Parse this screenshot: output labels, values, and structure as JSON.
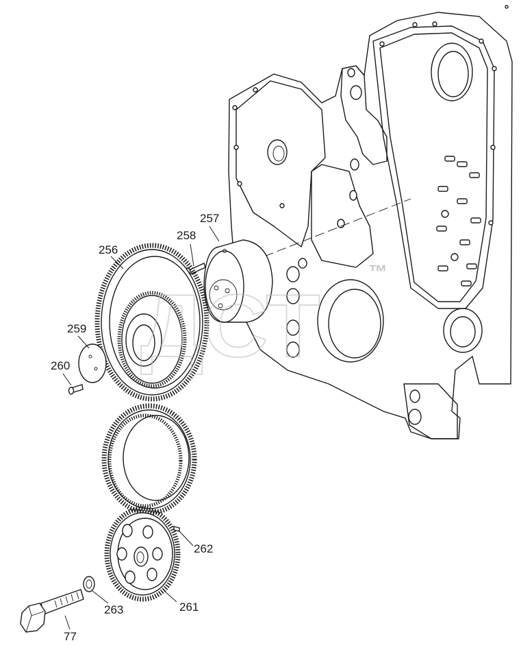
{
  "watermark": {
    "text": "ДСТ",
    "trademark": "™"
  },
  "callouts": [
    {
      "id": "256",
      "label": "256"
    },
    {
      "id": "257",
      "label": "257"
    },
    {
      "id": "258",
      "label": "258"
    },
    {
      "id": "259",
      "label": "259"
    },
    {
      "id": "260",
      "label": "260"
    },
    {
      "id": "261",
      "label": "261"
    },
    {
      "id": "262",
      "label": "262"
    },
    {
      "id": "263",
      "label": "263"
    },
    {
      "id": "77",
      "label": "77"
    }
  ]
}
